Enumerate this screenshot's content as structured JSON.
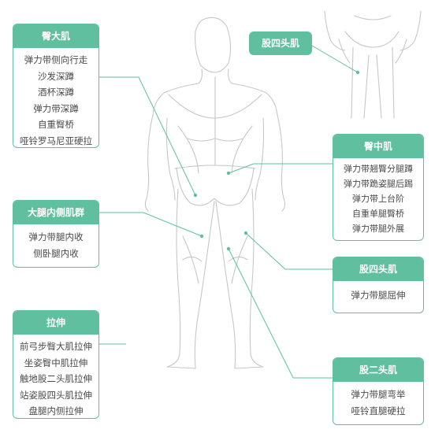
{
  "colors": {
    "accent": "#5fbf9f",
    "outline": "#c7c7c7",
    "text": "#4a4a4a"
  },
  "cards": {
    "gluteus_maximus": {
      "title": "臀大肌",
      "items": [
        "弹力带侧向行走",
        "沙发深蹲",
        "酒杯深蹲",
        "弹力带深蹲",
        "自重臀桥",
        "哑铃罗马尼亚硬拉"
      ]
    },
    "adductors": {
      "title": "大腿内侧肌群",
      "items": [
        "弹力带腿内收",
        "侧卧腿内收"
      ]
    },
    "stretching": {
      "title": "拉伸",
      "items": [
        "前弓步臀大肌拉伸",
        "坐姿臀中肌拉伸",
        "触地股二头肌拉伸",
        "站姿股四头肌拉伸",
        "盘腿内侧拉伸"
      ]
    },
    "gluteus_medius": {
      "title": "臀中肌",
      "items": [
        "弹力带翘臀分腿蹲",
        "弹力带跪姿腿后踢",
        "弹力带上台阶",
        "自重单腿臀桥",
        "弹力带腿外展"
      ]
    },
    "quadriceps": {
      "title": "股四头肌",
      "items": [
        "弹力带腿屈伸"
      ]
    },
    "hamstrings": {
      "title": "股二头肌",
      "items": [
        "弹力带腿弯举",
        "哑铃直腿硬拉"
      ]
    }
  },
  "front_view_label": "股四头肌"
}
